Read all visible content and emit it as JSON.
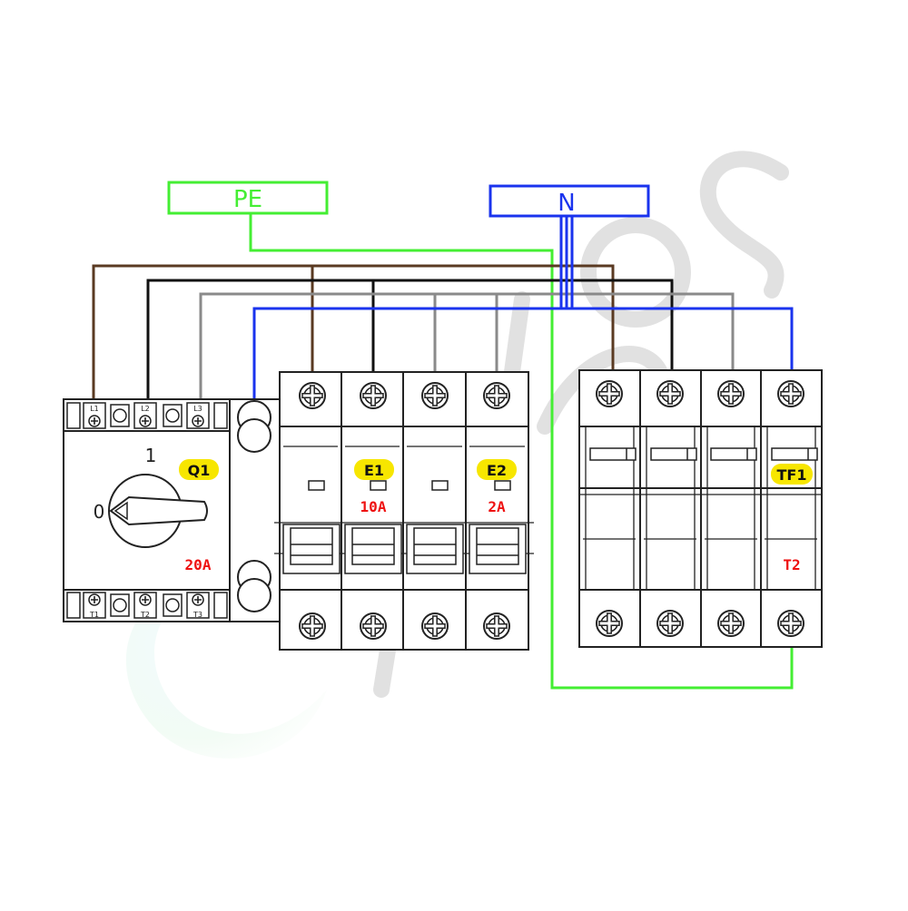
{
  "bus_labels": {
    "pe": "PE",
    "n": "N"
  },
  "switch": {
    "tag": "Q1",
    "rating": "20A",
    "pos_on": "1",
    "pos_off": "0",
    "terminals_top": [
      "L1",
      "L2",
      "L3"
    ],
    "terminals_bottom": [
      "T1",
      "T2",
      "T3"
    ]
  },
  "breaker_e1": {
    "tag": "E1",
    "rating": "10A"
  },
  "breaker_e2": {
    "tag": "E2",
    "rating": "2A"
  },
  "surge": {
    "tag": "TF1",
    "type": "T2"
  },
  "wire_colors": {
    "pe": "#44ee33",
    "n": "#1a33ee",
    "brown": "#5a3a22",
    "black": "#111111",
    "grey": "#8a8a8a"
  },
  "colors": {
    "tag_fill": "#f7e600",
    "rating_text": "#ee1111"
  }
}
